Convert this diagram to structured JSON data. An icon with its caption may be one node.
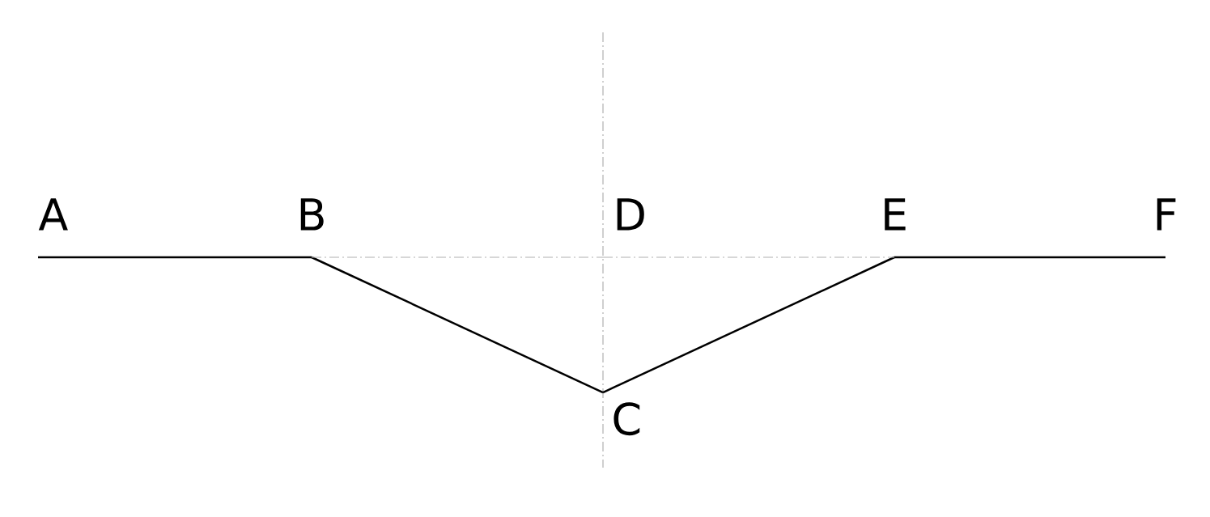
{
  "diagram": {
    "nodes": [
      {
        "text": [
          "A"
        ]
      },
      {
        "text": [
          "B"
        ]
      },
      {
        "text": [
          "C"
        ]
      },
      {
        "text": [
          "D"
        ]
      },
      {
        "text": [
          "E"
        ]
      },
      {
        "text": [
          "F"
        ]
      }
    ],
    "edges": [
      {
        "from": 0,
        "to": 1,
        "arrow": "none"
      },
      {
        "from": 1,
        "to": 2,
        "arrow": "none"
      },
      {
        "from": 2,
        "to": 4,
        "arrow": "none"
      },
      {
        "from": 4,
        "to": 5,
        "arrow": "none"
      },
      {
        "from": 1,
        "to": 3,
        "arrow": "none",
        "style": "dashed",
        "color": "#b0b0b0"
      },
      {
        "from": 3,
        "to": 4,
        "arrow": "none",
        "style": "dashed",
        "color": "#b0b0b0"
      }
    ]
  }
}
